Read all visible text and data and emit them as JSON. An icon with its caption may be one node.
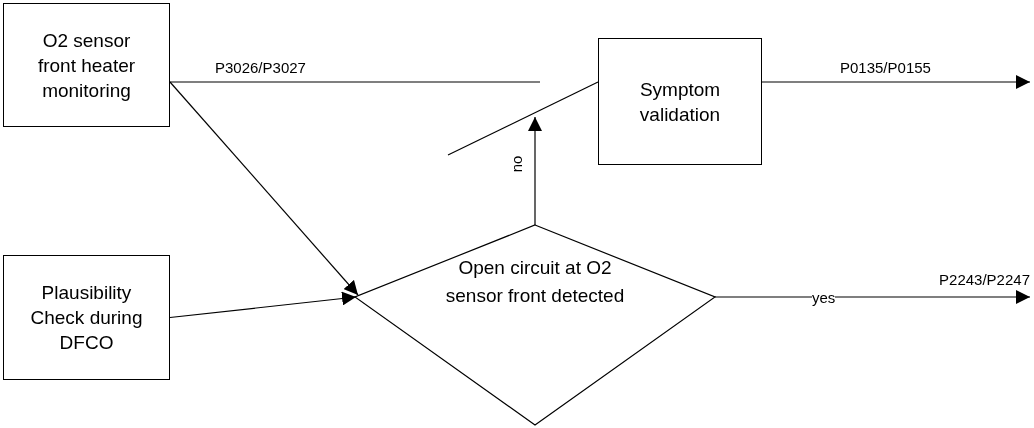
{
  "diagram": {
    "nodes": [
      {
        "text": [
          "O2 sensor front heater monitoring"
        ]
      },
      {
        "text": [
          "Plausibility Check during DFCO"
        ]
      },
      {
        "text": [
          "Open circuit at O2 sensor front detected"
        ]
      },
      {
        "text": [
          "Symptom validation"
        ]
      },
      {
        "text": [
          "P2243/P2247"
        ]
      }
    ],
    "edges": [
      {
        "from": 0,
        "to": null,
        "arrow": "none",
        "label": "P3026/P3027"
      },
      {
        "from": null,
        "to": 3,
        "arrow": "none"
      },
      {
        "from": 0,
        "to": 2,
        "arrow": "to"
      },
      {
        "from": 1,
        "to": 2,
        "arrow": "to"
      },
      {
        "from": 2,
        "to": null,
        "arrow": "to",
        "label": "no"
      },
      {
        "from": 2,
        "to": 4,
        "arrow": "to",
        "label": "yes"
      },
      {
        "from": 3,
        "to": null,
        "arrow": "to",
        "label": "P0135/P0155"
      }
    ]
  }
}
